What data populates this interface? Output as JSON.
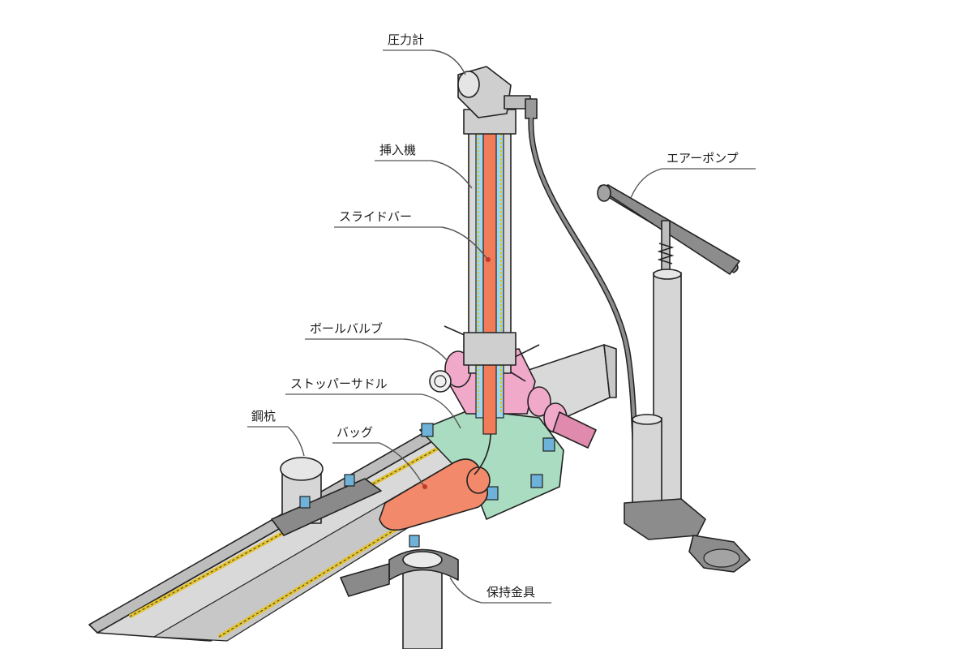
{
  "labels": {
    "pressure_gauge": "圧力計",
    "inserter": "挿入機",
    "slide_bar": "スライドバー",
    "ball_valve": "ボールバルブ",
    "stopper_saddle": "ストッパーサドル",
    "steel_pile": "鋼杭",
    "bag": "バッグ",
    "air_pump": "エアーポンプ",
    "holding_bracket": "保持金具"
  },
  "colors": {
    "pipe": "#d9d9d9",
    "slide_bar": "#f07c5a",
    "inner_tube": "#9ed8ee",
    "ball_valve": "#f1a9c9",
    "stopper_saddle": "#a9dcc0",
    "bag": "#f2896a",
    "cable": "#e3c22e",
    "bolts": "#6fb2d9",
    "bracket": "#8a8a8a"
  }
}
